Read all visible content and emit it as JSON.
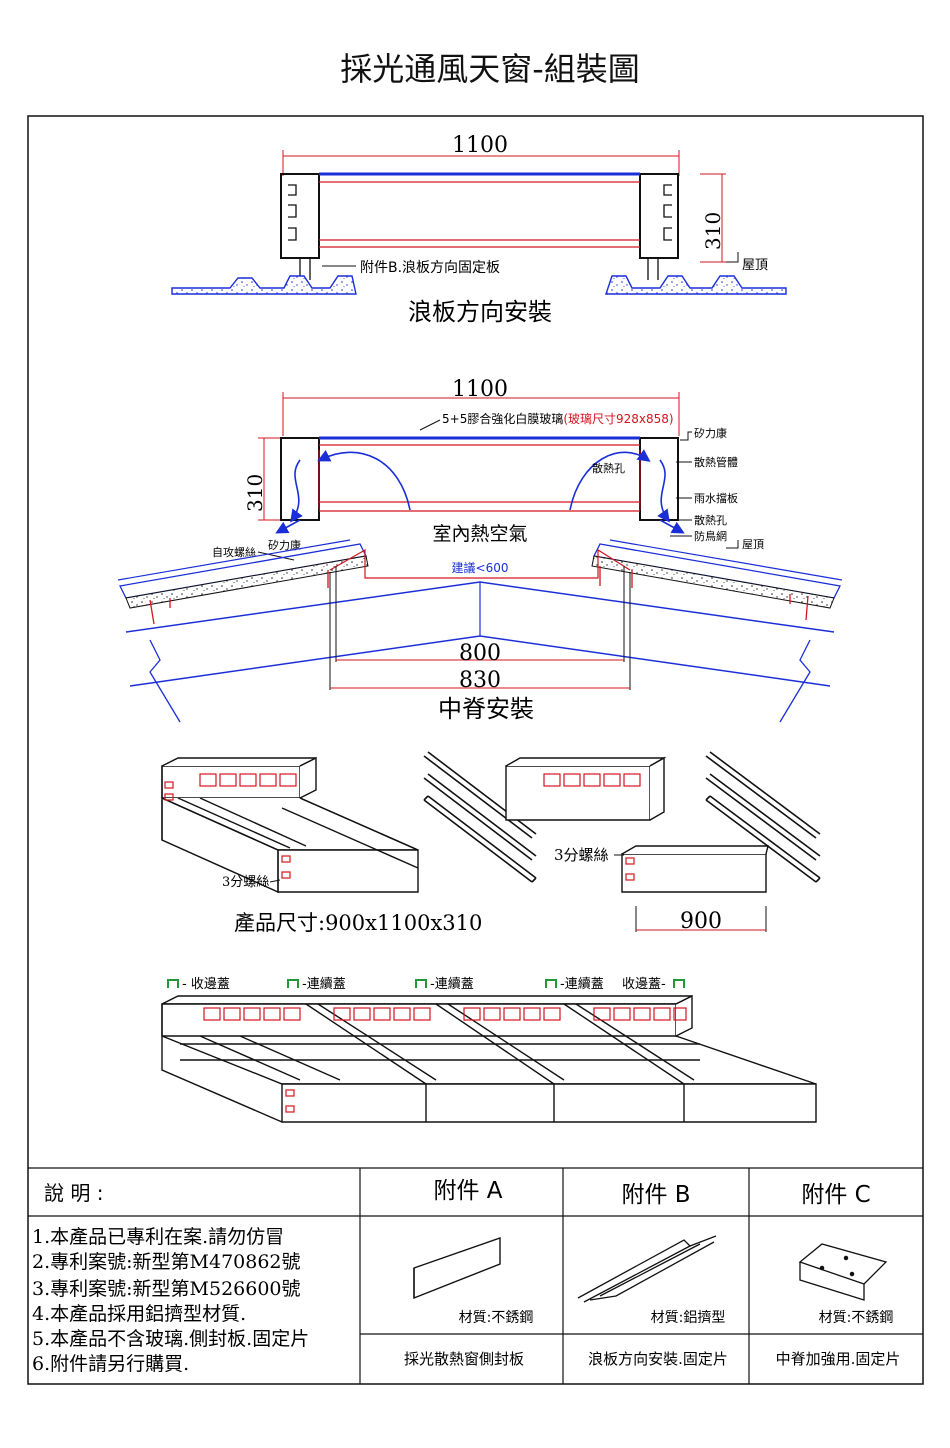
{
  "title": "採光通風天窗-組裝圖",
  "corrugated": {
    "width_dim": "1100",
    "height_dim": "310",
    "attachment_label": "附件B.浪板方向固定板",
    "roof_label": "屋頂",
    "caption": "浪板方向安裝"
  },
  "ridge": {
    "width_dim": "1100",
    "height_dim": "310",
    "glass_label": "5+5膠合強化白膜玻璃",
    "glass_size_label": "(玻璃尺寸928x858)",
    "callouts": [
      "矽力康",
      "散熱管體",
      "雨水擋板",
      "散熱孔",
      "防鳥網",
      "屋頂"
    ],
    "left_callouts": [
      "自攻螺絲",
      "矽力康"
    ],
    "vent_hole_label": "散熱孔",
    "hot_air_label": "室內熱空氣",
    "suggest_label": "建議<600",
    "dim_800": "800",
    "dim_830": "830",
    "caption": "中脊安裝"
  },
  "product": {
    "screw_label_1": "3分螺絲",
    "screw_label_2": "3分螺絲",
    "size_label": "產品尺寸:900x1100x310",
    "dim_900": "900"
  },
  "combo": {
    "cover_end_1": "收邊蓋",
    "cover_cont_1": "連續蓋",
    "cover_cont_2": "連續蓋",
    "cover_cont_3": "連續蓋",
    "cover_end_2": "收邊蓋"
  },
  "table": {
    "notes_header": "說 明 :",
    "notes": [
      "1.本產品已專利在案.請勿仿冒",
      "2.專利案號:新型第M470862號",
      "3.專利案號:新型第M526600號",
      "4.本產品採用鋁擠型材質.",
      "5.本產品不含玻璃.側封板.固定片",
      "6.附件請另行購買."
    ],
    "attachments": [
      {
        "header": "附件 A",
        "material": "材質:不銹鋼",
        "usage": "採光散熱窗側封板"
      },
      {
        "header": "附件 B",
        "material": "材質:鋁擠型",
        "usage": "浪板方向安裝.固定片"
      },
      {
        "header": "附件 C",
        "material": "材質:不銹鋼",
        "usage": "中脊加強用.固定片"
      }
    ]
  },
  "colors": {
    "dimension": "#d4141e",
    "structure": "#1a2fd8",
    "line": "#111111"
  }
}
